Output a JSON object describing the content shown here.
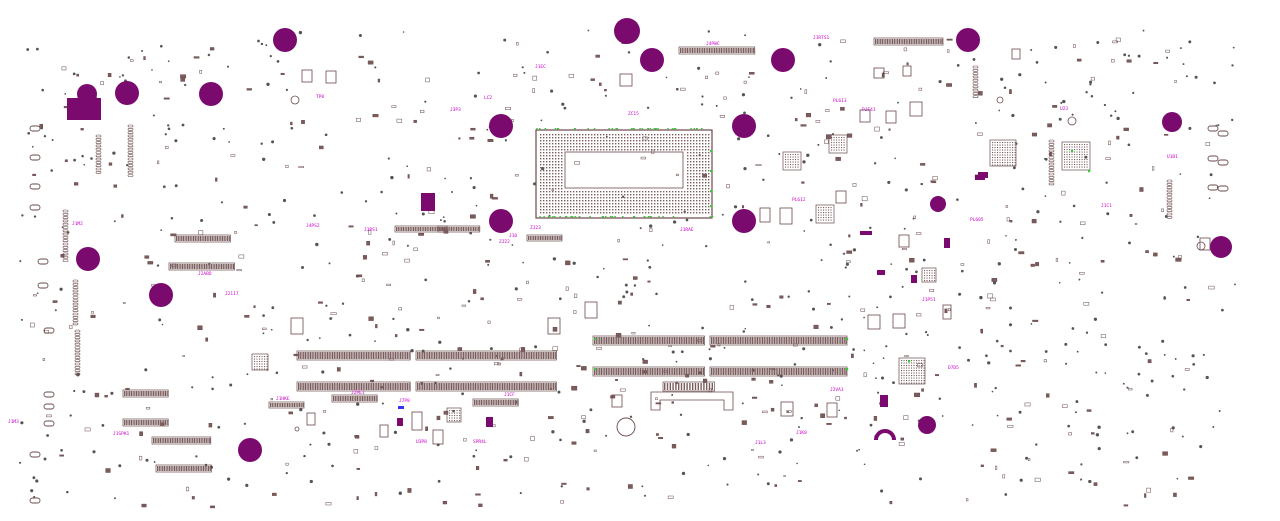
{
  "colors": {
    "background": "#ffffff",
    "outline": "#6b4a4a",
    "pad": "#7a5c5c",
    "silkscreen": "#cc00cc",
    "hole": "#7a0a6e",
    "via": "#555555",
    "accent_green": "#33cc33",
    "accent_blue": "#3333ff"
  },
  "labels": {
    "l01": "J4PWC",
    "l02": "J1RTS1",
    "l03": "TP8",
    "l04": "J1EC",
    "l05": "LC2",
    "l06": "ZC15",
    "l07": "PL613",
    "l08": "PL612",
    "l09": "J1C1",
    "l10": "U23",
    "l11": "J3P3",
    "l12": "J4PS2",
    "l13": "J3PS1",
    "l14": "J10",
    "l15": "ZJ22",
    "l16": "ZJ23",
    "l17": "J1RAE",
    "l18": "J2ABD",
    "l19": "J2117",
    "l20": "J7P8",
    "l21": "J1HKE",
    "l22": "J2PE1",
    "l23": "J1CF",
    "l24": "U3P8",
    "l25": "SPR4L",
    "l26": "D7D5",
    "l27": "J1K8",
    "l28": "J1L3",
    "l29": "J1P51",
    "l30": "J2VA1",
    "l31": "J1SPK1",
    "l32": "PL605",
    "l33": "PJF41",
    "l34": "U1B1",
    "l35": "J1M2",
    "l36": "J1M3"
  }
}
